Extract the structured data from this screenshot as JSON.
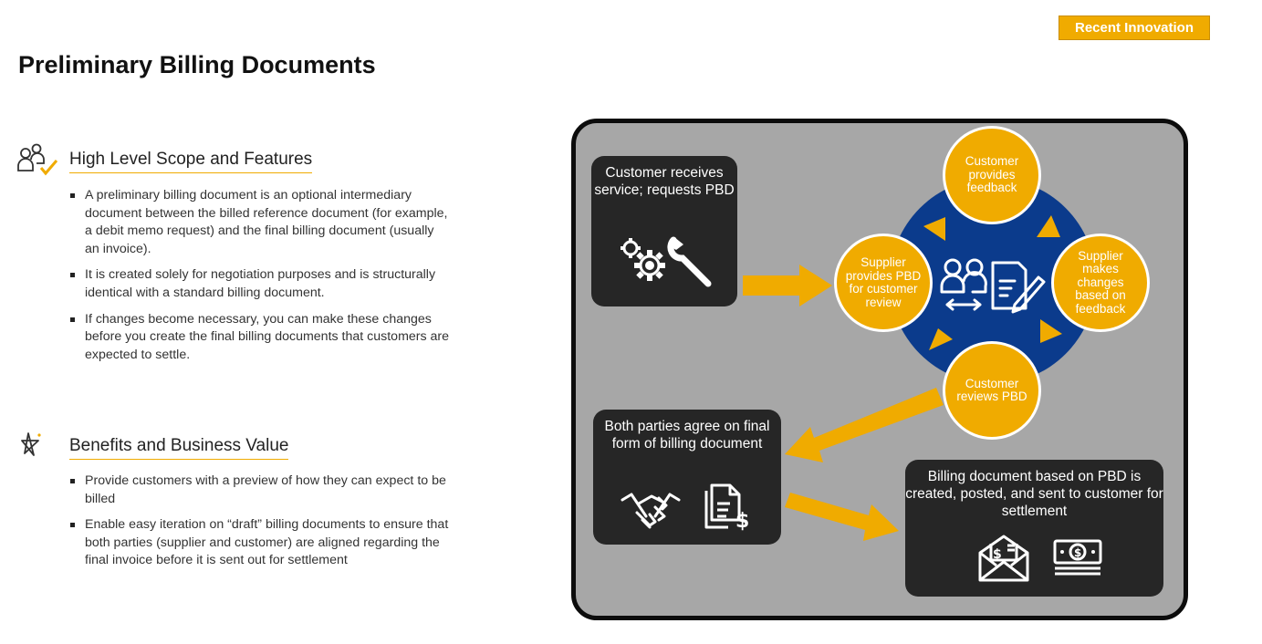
{
  "badge": "Recent Innovation",
  "title": "Preliminary Billing Documents",
  "scope": {
    "heading": "High Level Scope and Features",
    "icon": "users-check-icon",
    "bullets": [
      "A preliminary billing document is an optional intermediary document between the billed reference document (for example, a debit memo request) and the final billing document (usually an invoice).",
      "It is created solely for negotiation purposes and is structurally identical with a standard billing document.",
      "If changes become necessary, you can make these changes before you create the final billing documents that customers are expected to settle."
    ]
  },
  "benefits": {
    "heading": "Benefits and Business Value",
    "icon": "star-outline-icon",
    "bullets": [
      "Provide customers with a preview of how they can expect to be billed",
      "Enable easy iteration on “draft” billing documents to ensure that both parties (supplier and customer) are aligned regarding the final invoice before it is sent out for settlement"
    ]
  },
  "diagram": {
    "colors": {
      "accent": "#f0ab00",
      "cycle": "#0b3b8c",
      "box": "#262626",
      "frame": "#a7a7a7"
    },
    "box_request": "Customer receives service; requests PBD",
    "box_agree": "Both parties agree on final form of billing document",
    "box_final": "Billing document based on PBD is created, posted, and sent to customer for settlement",
    "circle_top": "Customer provides feedback",
    "circle_right": "Supplier makes changes based on feedback",
    "circle_bottom": "Customer reviews PBD",
    "circle_left": "Supplier provides PBD for customer review"
  }
}
